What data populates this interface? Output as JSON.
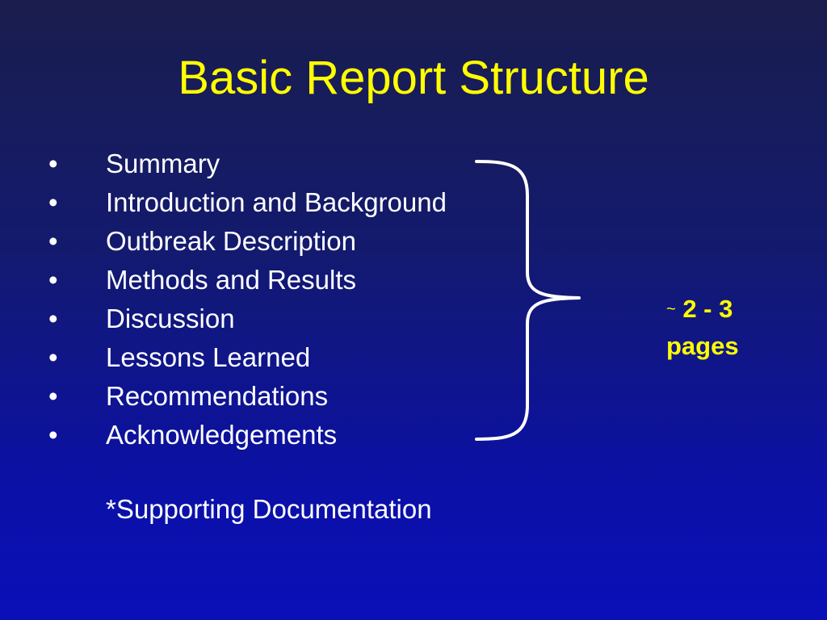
{
  "slide": {
    "title": "Basic Report Structure",
    "bullet_symbol": "•",
    "bullets": [
      {
        "label": "Summary"
      },
      {
        "label": "Introduction and Background"
      },
      {
        "label": "Outbreak Description"
      },
      {
        "label": "Methods and Results"
      },
      {
        "label": "Discussion"
      },
      {
        "label": "Lessons Learned"
      },
      {
        "label": "Recommendations"
      },
      {
        "label": "Acknowledgements"
      }
    ],
    "footnote": "*Supporting Documentation",
    "length_note": {
      "tilde": "~",
      "line1": "2 - 3",
      "line2": "pages"
    }
  },
  "colors": {
    "title": "#ffff00",
    "body_text": "#ffffff",
    "note_text": "#ffff00",
    "background_top": "#1a1d4d",
    "background_bottom": "#0a0fb8"
  }
}
